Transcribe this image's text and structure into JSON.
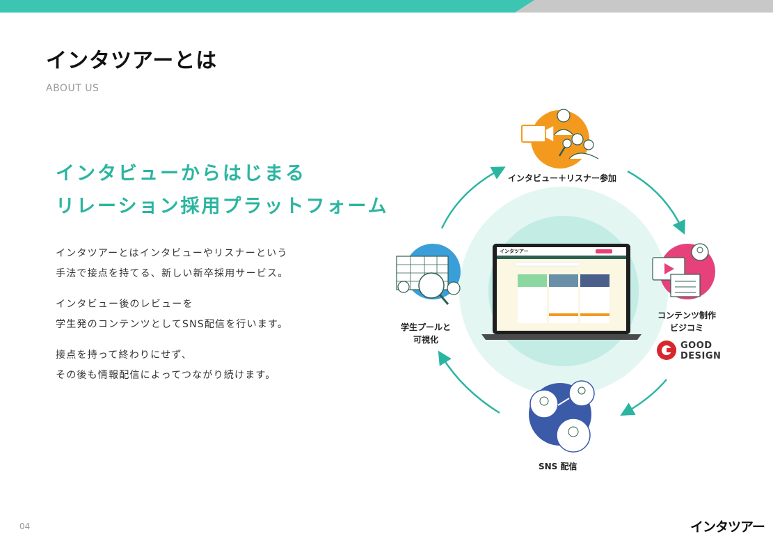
{
  "header": {
    "title": "インタツアーとは",
    "subtitle": "ABOUT US"
  },
  "headline": {
    "line1": "インタビューからはじまる",
    "line2": "リレーション採用プラットフォーム"
  },
  "body": {
    "p1_line1": "インタツアーとはインタビューやリスナーという",
    "p1_line2": "手法で接点を持てる、新しい新卒採用サービス。",
    "p2_line1": "インタビュー後のレビューを",
    "p2_line2": "学生発のコンテンツとしてSNS配信を行います。",
    "p3_line1": "接点を持って終わりにせず、",
    "p3_line2": "その後も情報配信によってつながり続けます。"
  },
  "cycle": {
    "interview_label": "インタビュー＋リスナー参加",
    "content_label_line1": "コンテンツ制作",
    "content_label_line2": "ビジコミ",
    "sns_label": "SNS 配信",
    "pool_label_line1": "学生プールと",
    "pool_label_line2": "可視化",
    "good_design_line1": "GOOD",
    "good_design_line2": "DESIGN",
    "laptop_logo": "インタツアー"
  },
  "footer": {
    "page_number": "04",
    "brand": "インタツアー"
  },
  "colors": {
    "accent": "#2bb5a0",
    "orange": "#f39a1e",
    "pink": "#e6417a",
    "blue": "#3a9fd9",
    "navy": "#3b5aa8",
    "gd_red": "#d8262f"
  },
  "icons": [
    "interview-icon",
    "content-icon",
    "sns-icon",
    "student-pool-icon",
    "good-design-mark",
    "laptop-platform-illustration"
  ]
}
